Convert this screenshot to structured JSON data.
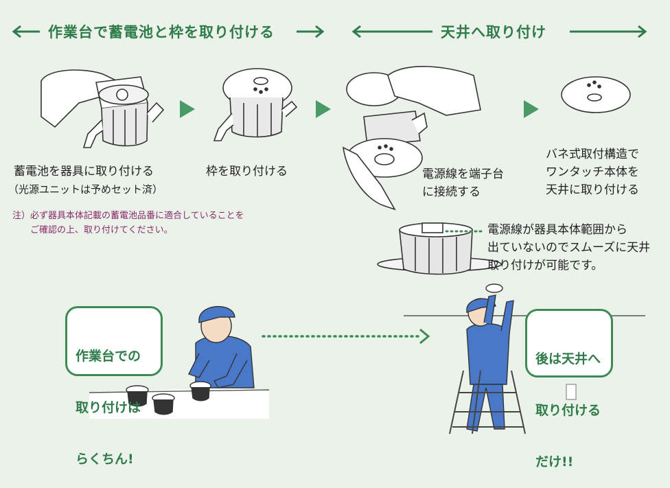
{
  "headers": {
    "left": "作業台で蓄電池と枠を取り付ける",
    "right": "天井へ取り付け"
  },
  "captions": {
    "step1_line1": "蓄電池を器具に取り付ける",
    "step1_line2": "（光源ユニットは予めセット済）",
    "step2": "枠を取り付ける",
    "step3_line1": "電源線を端子台",
    "step3_line2": "に接続する",
    "step4_line1": "バネ式取付構造で",
    "step4_line2": "ワンタッチ本体を",
    "step4_line3": "天井に取り付ける"
  },
  "note": {
    "line1": "注）必ず器具本体記載の蓄電池品番に適合していることを",
    "line2": "ご確認の上、取り付けてください。"
  },
  "callout": {
    "line1": "電源線が器具本体範囲から",
    "line2": "出ていないのでスムーズに天井",
    "line3": "取り付けが可能です。"
  },
  "bubbles": {
    "left": [
      "作業台での",
      "取り付けは",
      "らくちん!"
    ],
    "right": [
      "後は天井へ",
      "取り付ける",
      "だけ!!"
    ]
  },
  "colors": {
    "background": "#eaf2e9",
    "header_green": "#2f7b4a",
    "note_magenta": "#8a2a6a",
    "worker_blue": "#4a78c8"
  }
}
